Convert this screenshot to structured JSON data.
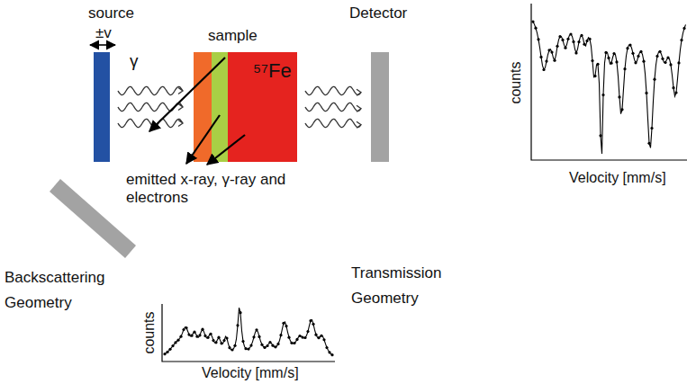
{
  "diagram": {
    "nodes": [
      {
        "text": [
          "source"
        ]
      },
      {
        "text": [
          "sample"
        ]
      },
      {
        "text": [
          "⁵⁷Fe"
        ],
        "in": 1
      },
      {
        "text": [
          "Detector"
        ]
      },
      {
        "text": [
          "Backscattering Geometry"
        ]
      }
    ],
    "edges": [
      {
        "from": 0,
        "to": 1,
        "arrow": "to"
      },
      {
        "from": 1,
        "to": 3,
        "arrow": "to"
      }
    ],
    "labels": [
      "±v",
      "γ",
      "emitted x-ray, γ-ray and electrons",
      "Transmission Geometry",
      "counts",
      "Velocity [mm/s]",
      "counts",
      "Velocity [mm/s]"
    ]
  }
}
